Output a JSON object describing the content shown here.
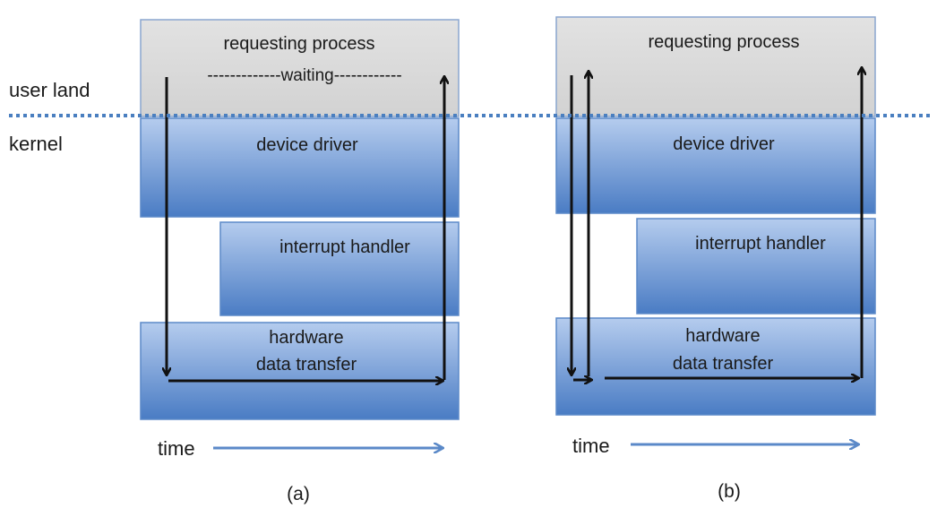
{
  "side_labels": {
    "user_land": "user land",
    "kernel": "kernel"
  },
  "diagram_a": {
    "requesting_process": "requesting process",
    "waiting": "-------------waiting------------",
    "device_driver": "device driver",
    "interrupt_handler": "interrupt handler",
    "hardware_line1": "hardware",
    "hardware_line2": "data transfer",
    "time": "time",
    "caption": "(a)"
  },
  "diagram_b": {
    "requesting_process": "requesting process",
    "device_driver": "device driver",
    "interrupt_handler": "interrupt handler",
    "hardware_line1": "hardware",
    "hardware_line2": "data transfer",
    "time": "time",
    "caption": "(b)"
  },
  "colors": {
    "user_box": "#dcdcdc",
    "kernel_box_top": "#a9c4ea",
    "kernel_box_bottom": "#4f81c7",
    "box_border": "#5b89c8",
    "divider": "#4a7fc0",
    "time_arrow": "#5b89c8",
    "arrow": "#111111"
  }
}
